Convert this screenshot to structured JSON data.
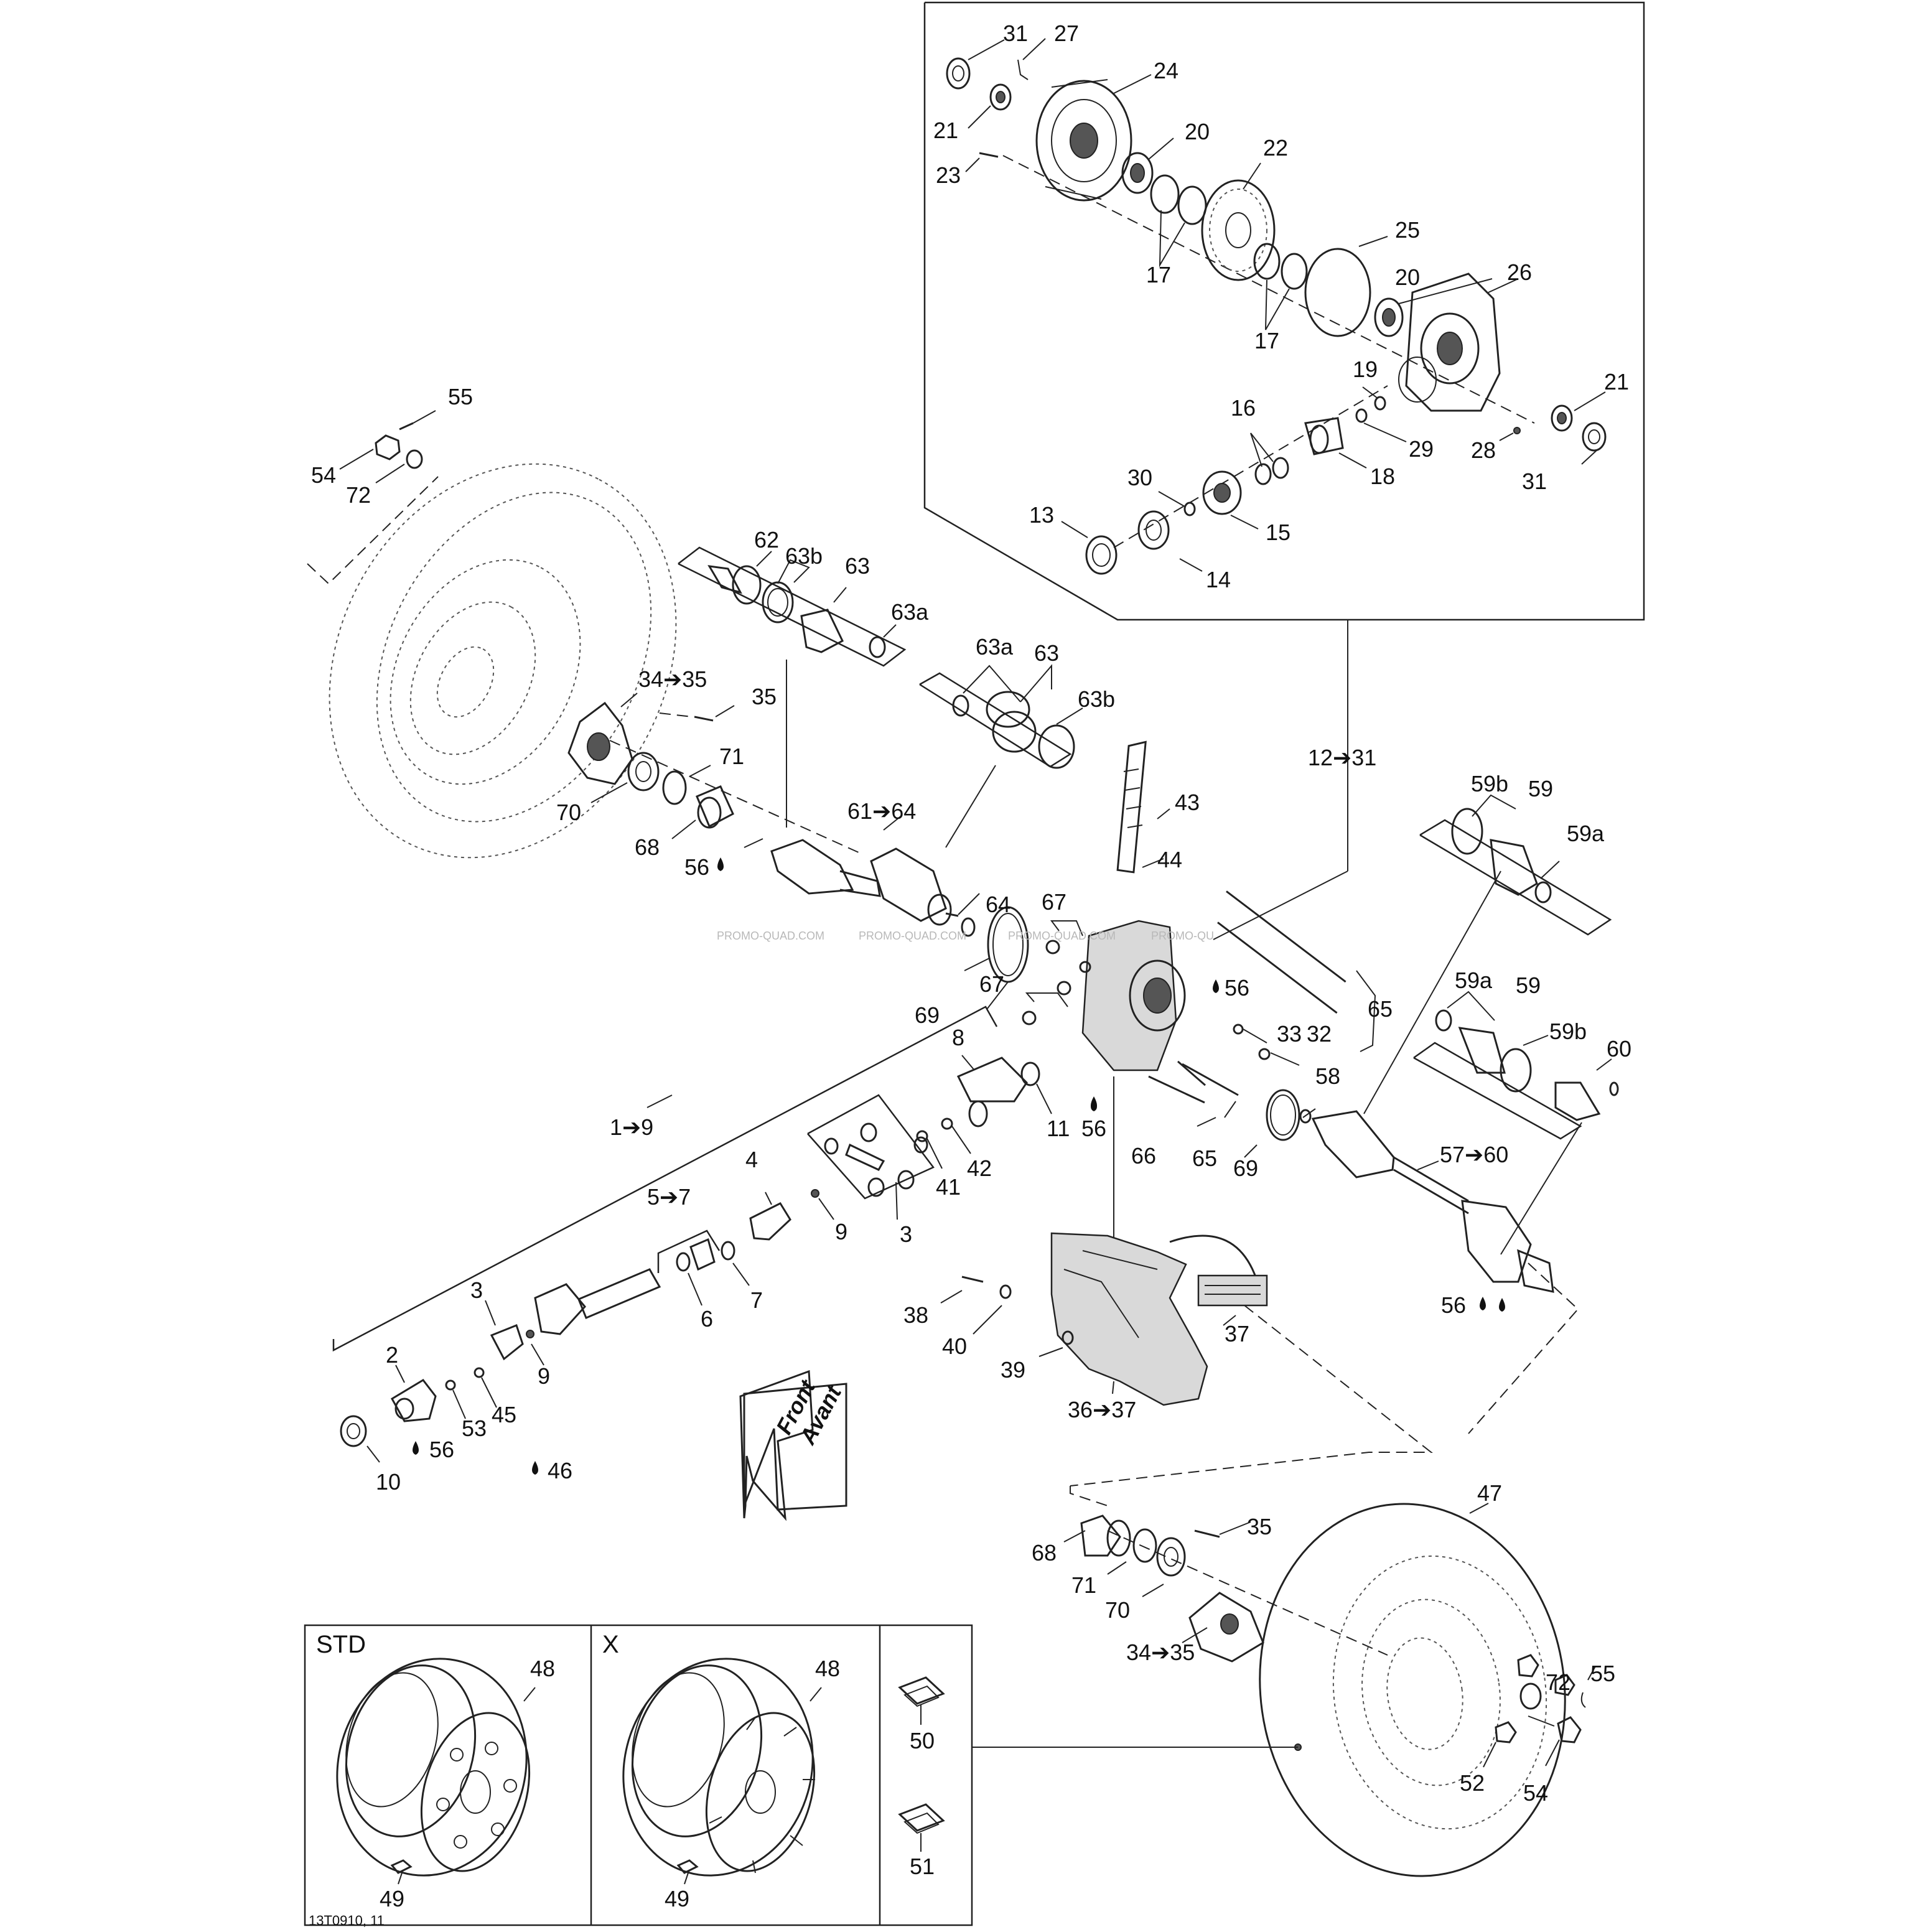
{
  "diagram": {
    "code": "13T0910, 11",
    "watermarks": [
      "PROMO-QUAD.COM",
      "PROMO-QUAD.COM",
      "PROMO-QUAD.COM",
      "PROMO-QU"
    ],
    "front_arrow": {
      "line1": "Front",
      "line2": "Avant"
    },
    "wheel_panels": {
      "std_label": "STD",
      "x_label": "X"
    },
    "callouts": {
      "c31a": "31",
      "c27": "27",
      "c24": "24",
      "c21a": "21",
      "c20a": "20",
      "c23": "23",
      "c22": "22",
      "c17a": "17",
      "c25": "25",
      "c20b": "20",
      "c26": "26",
      "c17b": "17",
      "c19": "19",
      "c16": "16",
      "c21b": "21",
      "c29": "29",
      "c28": "28",
      "c30": "30",
      "c18": "18",
      "c31b": "31",
      "c13": "13",
      "c15": "15",
      "c14": "14",
      "c55a": "55",
      "c54a": "54",
      "c72a": "72",
      "c62": "62",
      "c63b_a": "63b",
      "c63_a": "63",
      "c63a_a": "63a",
      "c63a_b": "63a",
      "c63_b": "63",
      "c63b_b": "63b",
      "c34to35a": "34➔35",
      "c35a": "35",
      "c71a": "71",
      "c70a": "70",
      "c68a": "68",
      "c56a": "56",
      "c12to31": "12➔31",
      "c61to64": "61➔64",
      "c43": "43",
      "c44": "44",
      "c64": "64",
      "c67a": "67",
      "c67b": "67",
      "c69a": "69",
      "c56b": "56",
      "c65a": "65",
      "c59b_a": "59b",
      "c59_a": "59",
      "c59a_a": "59a",
      "c59a_b": "59a",
      "c59_b": "59",
      "c59b_b": "59b",
      "c60": "60",
      "c33": "33",
      "c32": "32",
      "c58": "58",
      "c8": "8",
      "c11": "11",
      "c56c": "56",
      "c1to9": "1➔9",
      "c66": "66",
      "c65b": "65",
      "c69b": "69",
      "c57to60": "57➔60",
      "c4": "4",
      "c41": "41",
      "c42": "42",
      "c5to7": "5➔7",
      "c9a": "9",
      "c3a": "3",
      "c6": "6",
      "c7": "7",
      "c38": "38",
      "c40": "40",
      "c39": "39",
      "c37": "37",
      "c36to37": "36➔37",
      "c56d": "56",
      "c3b": "3",
      "c2": "2",
      "c9b": "9",
      "c53": "53",
      "c45": "45",
      "c56e": "56",
      "c46": "46",
      "c10": "10",
      "c47": "47",
      "c35b": "35",
      "c68b": "68",
      "c71b": "71",
      "c70b": "70",
      "c34to35b": "34➔35",
      "c48a": "48",
      "c48b": "48",
      "c49a": "49",
      "c49b": "49",
      "c50": "50",
      "c51": "51",
      "c72b": "72",
      "c55b": "55",
      "c52": "52",
      "c54b": "54"
    }
  }
}
